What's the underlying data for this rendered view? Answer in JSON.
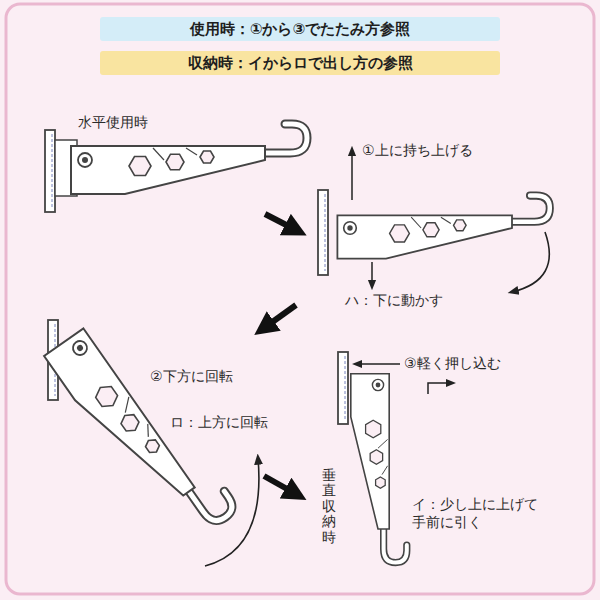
{
  "diagram": {
    "nodes": [
      {
        "text": [
          "使用時：①から③でたたみ方参照"
        ]
      },
      {
        "text": [
          "収納時：イからロで出し方の参照"
        ]
      }
    ],
    "labels": [
      "水平使用時",
      "①上に持ち上げる",
      "ハ：下に動かす",
      "②下方に回転",
      "ロ：上方に回転",
      "③軽く押し込む",
      "垂直収納時",
      "イ：少し上に上げて 手前に引く"
    ]
  }
}
